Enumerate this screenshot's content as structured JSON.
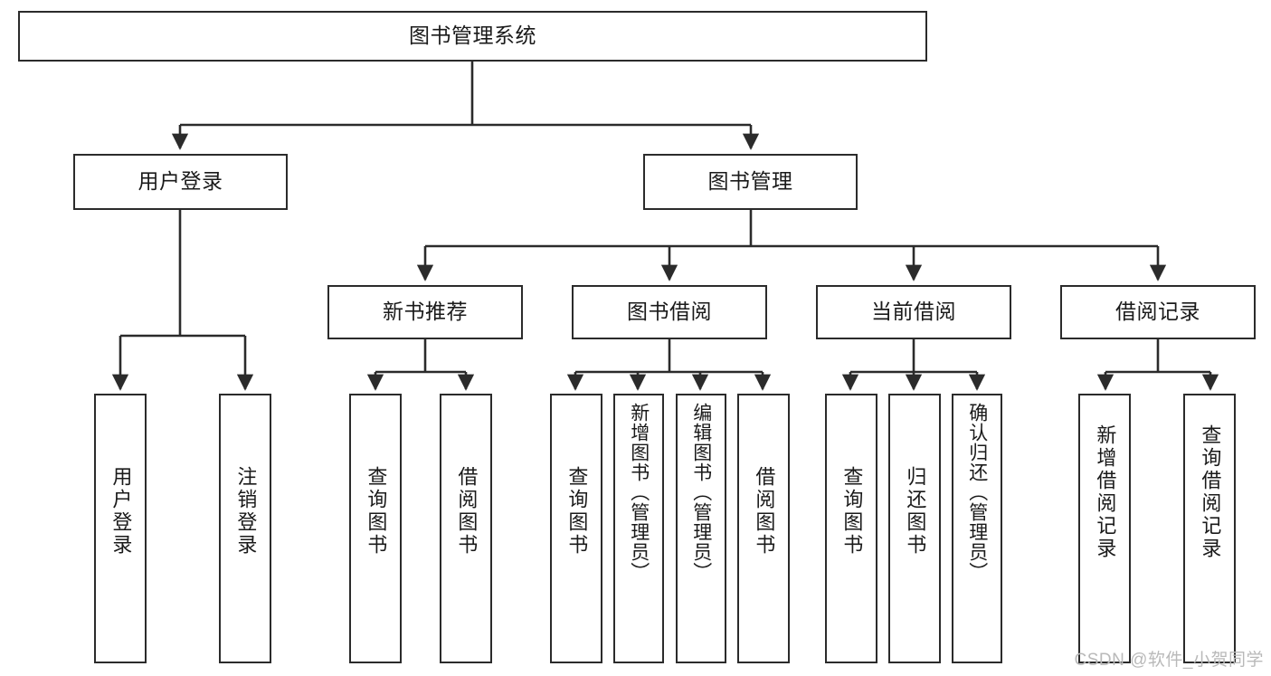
{
  "diagram": {
    "title": "图书管理系统",
    "watermark": "CSDN @软件_小贺同学",
    "colors": {
      "box_border": "#2b2b2b",
      "box_fill": "#ffffff",
      "edge": "#2b2b2b",
      "text": "#1a1a1a",
      "watermark": "#b9b9b9",
      "background": "#ffffff"
    },
    "levels": {
      "root": "图书管理系统",
      "level2": [
        "用户登录",
        "图书管理"
      ],
      "level3": [
        "新书推荐",
        "图书借阅",
        "当前借阅",
        "借阅记录"
      ],
      "level4": [
        "用户登录",
        "注销登录",
        "查询图书",
        "借阅图书",
        "查询图书",
        "新增图书（管理员）",
        "编辑图书（管理员）",
        "借阅图书",
        "查询图书",
        "归还图书",
        "确认归还（管理员）",
        "新增借阅记录",
        "查询借阅记录"
      ]
    },
    "nodes": {
      "root": {
        "label": "图书管理系统"
      },
      "user_login": {
        "label": "用户登录"
      },
      "book_manage": {
        "label": "图书管理"
      },
      "new_book_rec": {
        "label": "新书推荐"
      },
      "book_borrow": {
        "label": "图书借阅"
      },
      "current_borrow": {
        "label": "当前借阅"
      },
      "borrow_record": {
        "label": "借阅记录"
      },
      "leaf_user_login": {
        "label": "用户登录"
      },
      "leaf_logout": {
        "label": "注销登录"
      },
      "leaf_query_book_1": {
        "label": "查询图书"
      },
      "leaf_borrow_book_1": {
        "label": "借阅图书"
      },
      "leaf_query_book_2": {
        "label": "查询图书"
      },
      "leaf_add_book": {
        "label": "新增图书（管理员）"
      },
      "leaf_edit_book": {
        "label": "编辑图书（管理员）"
      },
      "leaf_borrow_book_2": {
        "label": "借阅图书"
      },
      "leaf_query_book_3": {
        "label": "查询图书"
      },
      "leaf_return_book": {
        "label": "归还图书"
      },
      "leaf_confirm_return": {
        "label": "确认归还（管理员）"
      },
      "leaf_add_record": {
        "label": "新增借阅记录"
      },
      "leaf_query_record": {
        "label": "查询借阅记录"
      }
    },
    "edges": [
      {
        "from": "root",
        "to": "user_login"
      },
      {
        "from": "root",
        "to": "book_manage"
      },
      {
        "from": "book_manage",
        "to": "new_book_rec"
      },
      {
        "from": "book_manage",
        "to": "book_borrow"
      },
      {
        "from": "book_manage",
        "to": "current_borrow"
      },
      {
        "from": "book_manage",
        "to": "borrow_record"
      },
      {
        "from": "user_login",
        "to": "leaf_user_login"
      },
      {
        "from": "user_login",
        "to": "leaf_logout"
      },
      {
        "from": "new_book_rec",
        "to": "leaf_query_book_1"
      },
      {
        "from": "new_book_rec",
        "to": "leaf_borrow_book_1"
      },
      {
        "from": "book_borrow",
        "to": "leaf_query_book_2"
      },
      {
        "from": "book_borrow",
        "to": "leaf_add_book"
      },
      {
        "from": "book_borrow",
        "to": "leaf_edit_book"
      },
      {
        "from": "book_borrow",
        "to": "leaf_borrow_book_2"
      },
      {
        "from": "current_borrow",
        "to": "leaf_query_book_3"
      },
      {
        "from": "current_borrow",
        "to": "leaf_return_book"
      },
      {
        "from": "current_borrow",
        "to": "leaf_confirm_return"
      },
      {
        "from": "borrow_record",
        "to": "leaf_add_record"
      },
      {
        "from": "borrow_record",
        "to": "leaf_query_record"
      }
    ]
  }
}
